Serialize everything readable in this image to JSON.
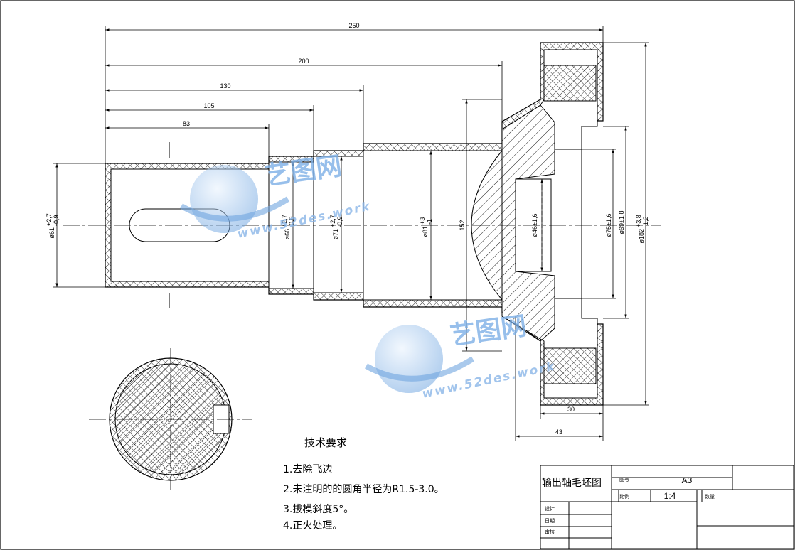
{
  "drawing": {
    "dimensions": {
      "len_250": "250",
      "len_200": "200",
      "len_130": "130",
      "len_105": "105",
      "len_83": "83",
      "len_30": "30",
      "len_43": "43",
      "dia_61": "ø61",
      "dia_61_tol_upper": "+2,7",
      "dia_61_tol_lower": "-0,9",
      "dia_66": "ø66",
      "dia_66_tol_upper": "+2,7",
      "dia_66_tol_lower": "-0,9",
      "dia_71": "ø71",
      "dia_71_tol_upper": "+2,7",
      "dia_71_tol_lower": "-0,9",
      "dia_81": "ø81",
      "dia_81_tol_upper": "+3",
      "dia_81_tol_lower": "-1",
      "dia_152": "152",
      "dia_46": "ø46±1,6",
      "dia_75": "ø75±1,6",
      "dia_99": "ø99±1,8",
      "dia_182": "ø182",
      "dia_182_tol_upper": "+3,8",
      "dia_182_tol_lower": "-1,2"
    }
  },
  "notes": {
    "title": "技术要求",
    "items": [
      "1.去除飞边",
      "2.未注明的的圆角半径为R1.5-3.0。",
      "3.拔模斜度5°。",
      "4.正火处理。"
    ]
  },
  "title_block": {
    "part_name": "输出轴毛坯图",
    "drawing_no_label": "图号",
    "drawing_no": "A3",
    "scale_label": "比例",
    "scale": "1:4",
    "quantity_label": "数量",
    "design_label": "设计",
    "date_label": "日期",
    "check_label": "审核"
  },
  "watermark": {
    "brand_cn": "艺图网",
    "url": "www.52des.work"
  }
}
